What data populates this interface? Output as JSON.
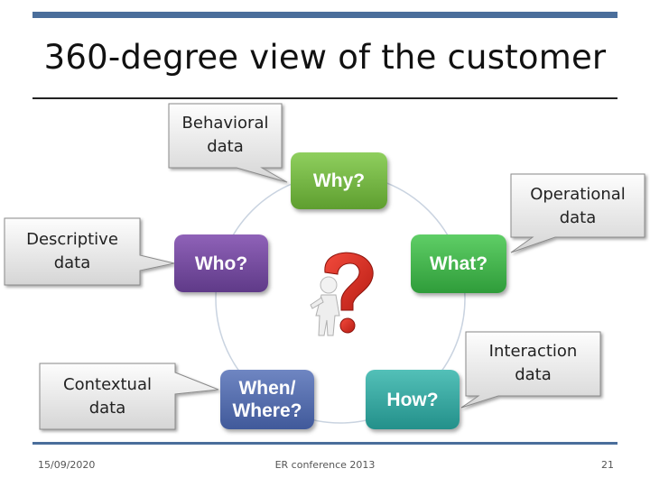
{
  "slide": {
    "title": "360-degree view of the customer"
  },
  "questions": {
    "why": "Why?",
    "who": "Who?",
    "what": "What?",
    "when_where": "When/\nWhere?",
    "how": "How?"
  },
  "callouts": {
    "behavioral": "Behavioral\ndata",
    "operational": "Operational\ndata",
    "descriptive": "Descriptive\ndata",
    "interaction": "Interaction\ndata",
    "contextual": "Contextual\ndata"
  },
  "footer": {
    "date": "15/09/2020",
    "conference": "ER conference 2013",
    "page_number": "21"
  },
  "colors": {
    "why": "#74b646",
    "who": "#7a4ea5",
    "what": "#46b64f",
    "when_where": "#56709f",
    "how": "#3aa8a0",
    "question_mark": "#e23124",
    "rule": "#4a6e9b"
  }
}
